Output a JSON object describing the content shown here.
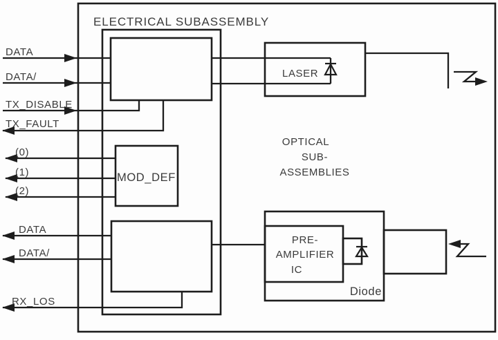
{
  "diagram": {
    "title": "ELECTRICAL SUBASSEMBLY",
    "optical_label": {
      "line1": "OPTICAL",
      "line2": "SUB-",
      "line3": "ASSEMBLIES"
    },
    "left_signals": {
      "tx_data": "DATA",
      "tx_data_bar": "DATA/",
      "tx_disable": "TX_DISABLE",
      "tx_fault": "TX_FAULT",
      "mod_def_0": "(0)",
      "mod_def_1": "(1)",
      "mod_def_2": "(2)",
      "rx_data": "DATA",
      "rx_data_bar": "DATA/",
      "rx_los": "RX_LOS"
    },
    "blocks": {
      "mod_def": "MOD_DEF",
      "laser": "LASER",
      "preamp": {
        "line1": "PRE-",
        "line2": "AMPLIFIER",
        "line3": "IC"
      },
      "diode": "Diode"
    },
    "colors": {
      "line": "#1d1d1d",
      "text": "#3a3a3a",
      "background": "#fdfdfd"
    }
  }
}
